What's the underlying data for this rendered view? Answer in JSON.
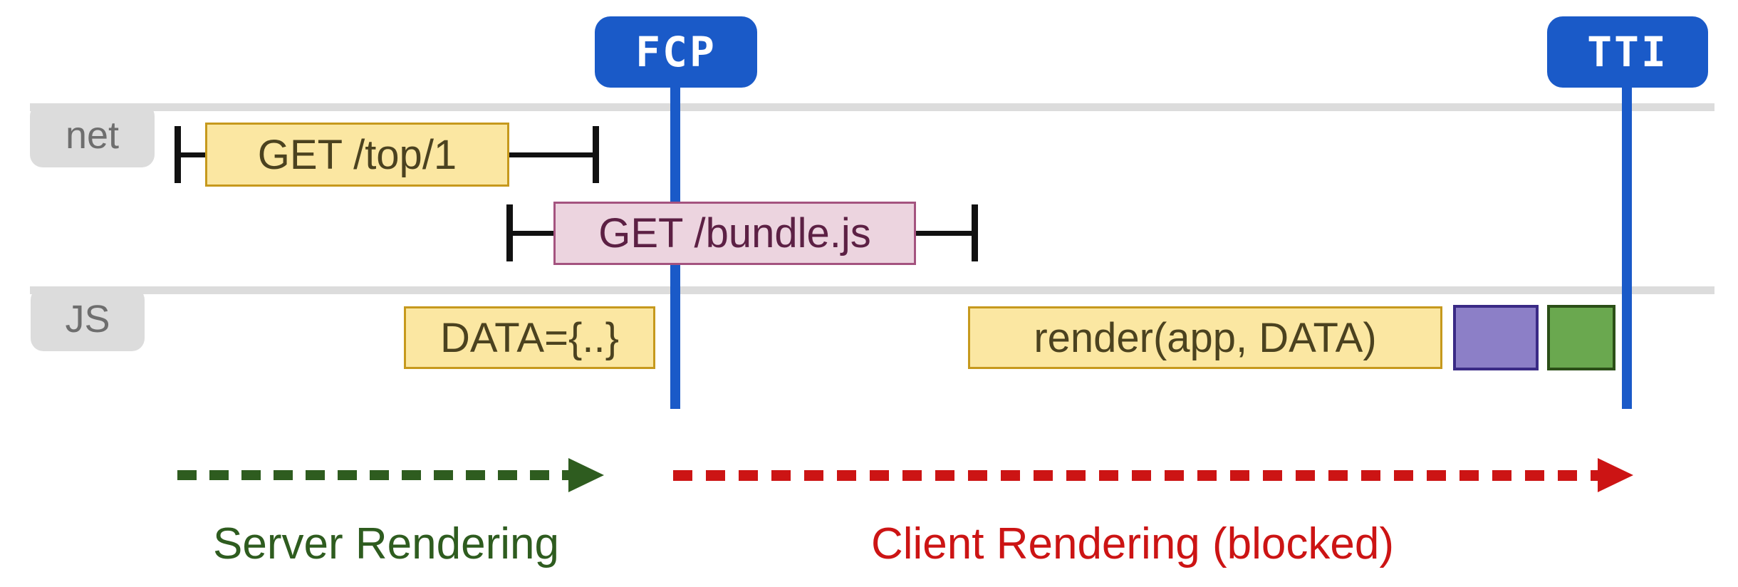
{
  "badges": {
    "fcp": "FCP",
    "tti": "TTI"
  },
  "lanes": {
    "net_label": "net",
    "js_label": "JS"
  },
  "tasks": {
    "get_top": "GET /top/1",
    "get_bundle": "GET /bundle.js",
    "data_assign": "DATA={..}",
    "render_call": "render(app, DATA)"
  },
  "phases": {
    "server": "Server Rendering",
    "client": "Client Rendering (blocked)"
  },
  "colors": {
    "metric_blue": "#1A5AC8",
    "lane_gray": "#DCDCDC",
    "lane_text_gray": "#6E6E6E",
    "task_yellow_fill": "#FBE7A2",
    "task_yellow_border": "#C6991D",
    "task_yellow_text": "#4B421F",
    "task_pink_fill": "#ECD4DF",
    "task_pink_border": "#A4537F",
    "task_pink_text": "#5C2044",
    "block_purple_fill": "#8C7FC7",
    "block_purple_border": "#3A2A85",
    "block_green_fill": "#6AA84F",
    "block_green_border": "#2B4F17",
    "server_phase_green": "#2E5C1F",
    "client_phase_red": "#CC1414",
    "tick_black": "#111111"
  }
}
